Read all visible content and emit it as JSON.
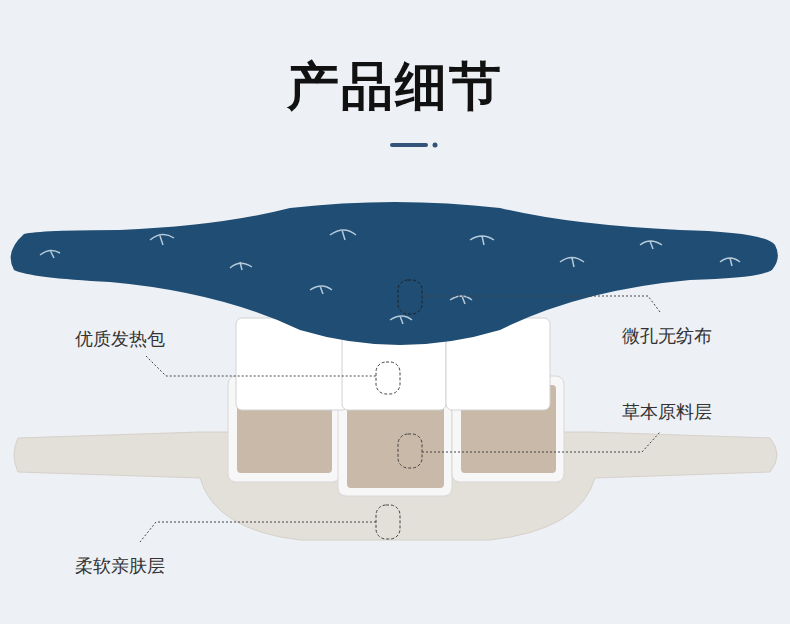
{
  "diagram": {
    "title": "产品细节",
    "labels": [
      "优质发热包",
      "微孔无纺布",
      "草本原料层",
      "柔软亲肤层"
    ]
  }
}
